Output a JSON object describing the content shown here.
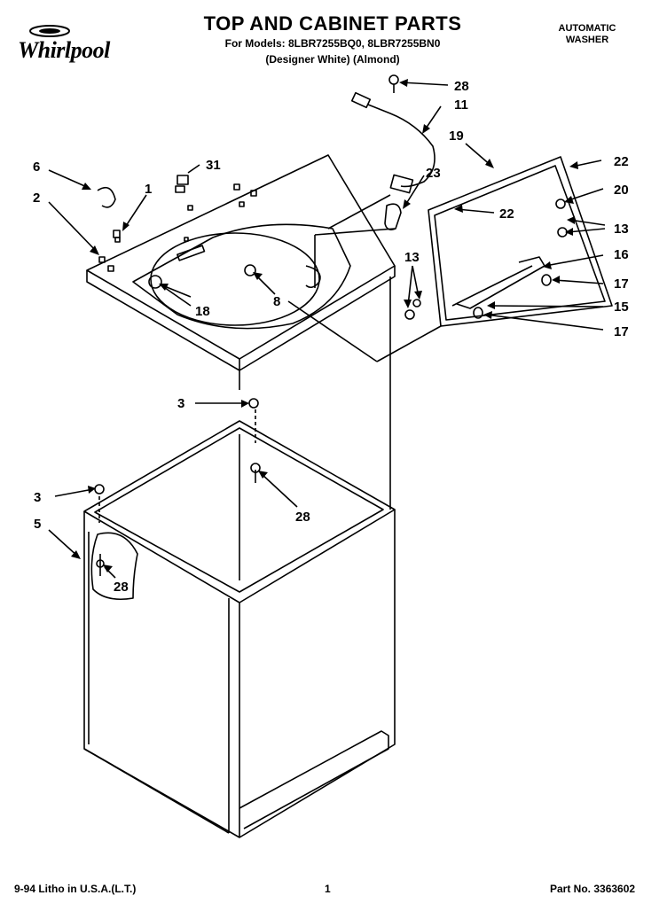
{
  "brand": "Whirlpool",
  "title": "TOP AND CABINET PARTS",
  "models_line": "For Models: 8LBR7255BQ0, 8LBR7255BN0",
  "variants_line": "(Designer White)   (Almond)",
  "product_type": [
    "AUTOMATIC",
    "WASHER"
  ],
  "footer": {
    "left": "9-94 Litho in U.S.A.(L.T.)",
    "center": "1",
    "right": "Part No. 3363602"
  },
  "callouts": {
    "c28a": "28",
    "c11": "11",
    "c19": "19",
    "c6": "6",
    "c31": "31",
    "c1": "1",
    "c2": "2",
    "c23": "23",
    "c22a": "22",
    "c22b": "22",
    "c20": "20",
    "c13a": "13",
    "c13b": "13",
    "c16": "16",
    "c17a": "17",
    "c15": "15",
    "c17b": "17",
    "c8": "8",
    "c18": "18",
    "c3a": "3",
    "c3b": "3",
    "c28b": "28",
    "c5": "5",
    "c28c": "28"
  }
}
